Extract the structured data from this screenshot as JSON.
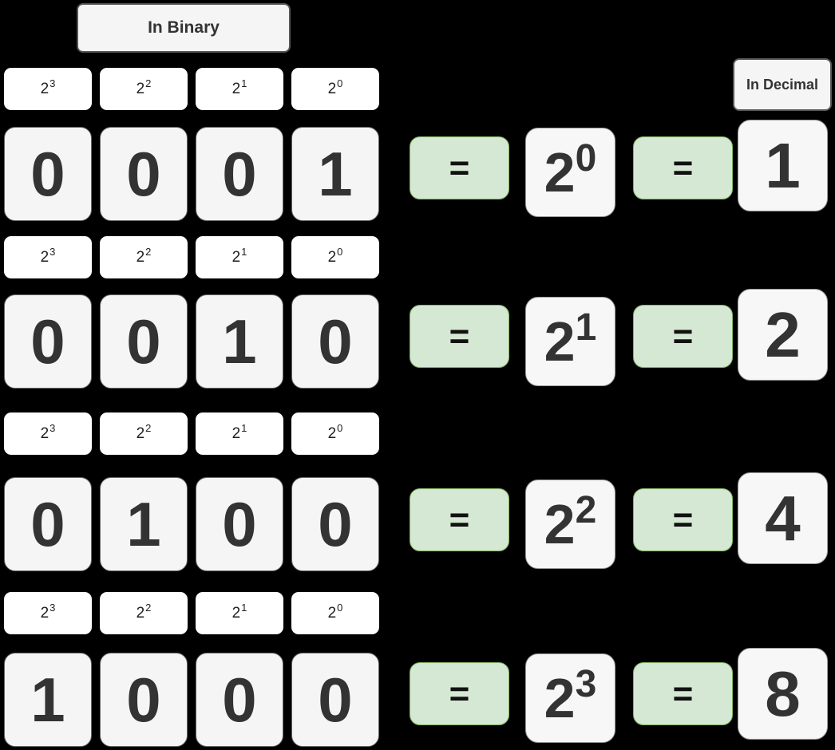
{
  "title": "Binary to decimal place-value diagram",
  "labels": {
    "binary": "In Binary",
    "decimal": "In Decimal"
  },
  "equals_sign": "=",
  "place_headers": [
    {
      "base": "2",
      "exp": "3"
    },
    {
      "base": "2",
      "exp": "2"
    },
    {
      "base": "2",
      "exp": "1"
    },
    {
      "base": "2",
      "exp": "0"
    }
  ],
  "rows": [
    {
      "bits": [
        "0",
        "0",
        "0",
        "1"
      ],
      "power": {
        "base": "2",
        "exp": "0"
      },
      "decimal": "1"
    },
    {
      "bits": [
        "0",
        "0",
        "1",
        "0"
      ],
      "power": {
        "base": "2",
        "exp": "1"
      },
      "decimal": "2"
    },
    {
      "bits": [
        "0",
        "1",
        "0",
        "0"
      ],
      "power": {
        "base": "2",
        "exp": "2"
      },
      "decimal": "4"
    },
    {
      "bits": [
        "1",
        "0",
        "0",
        "0"
      ],
      "power": {
        "base": "2",
        "exp": "3"
      },
      "decimal": "8"
    }
  ],
  "colors": {
    "background": "#000000",
    "header_cell_fill": "#ffffff",
    "bit_cell_fill": "#f5f5f5",
    "bit_cell_border": "#666666",
    "card_fill": "#f7f7f7",
    "card_border": "#999999",
    "equals_fill": "#d5e8d4",
    "equals_border": "#82b366",
    "label_fill": "#f5f5f5",
    "label_border": "#565656",
    "text": "#333333"
  }
}
